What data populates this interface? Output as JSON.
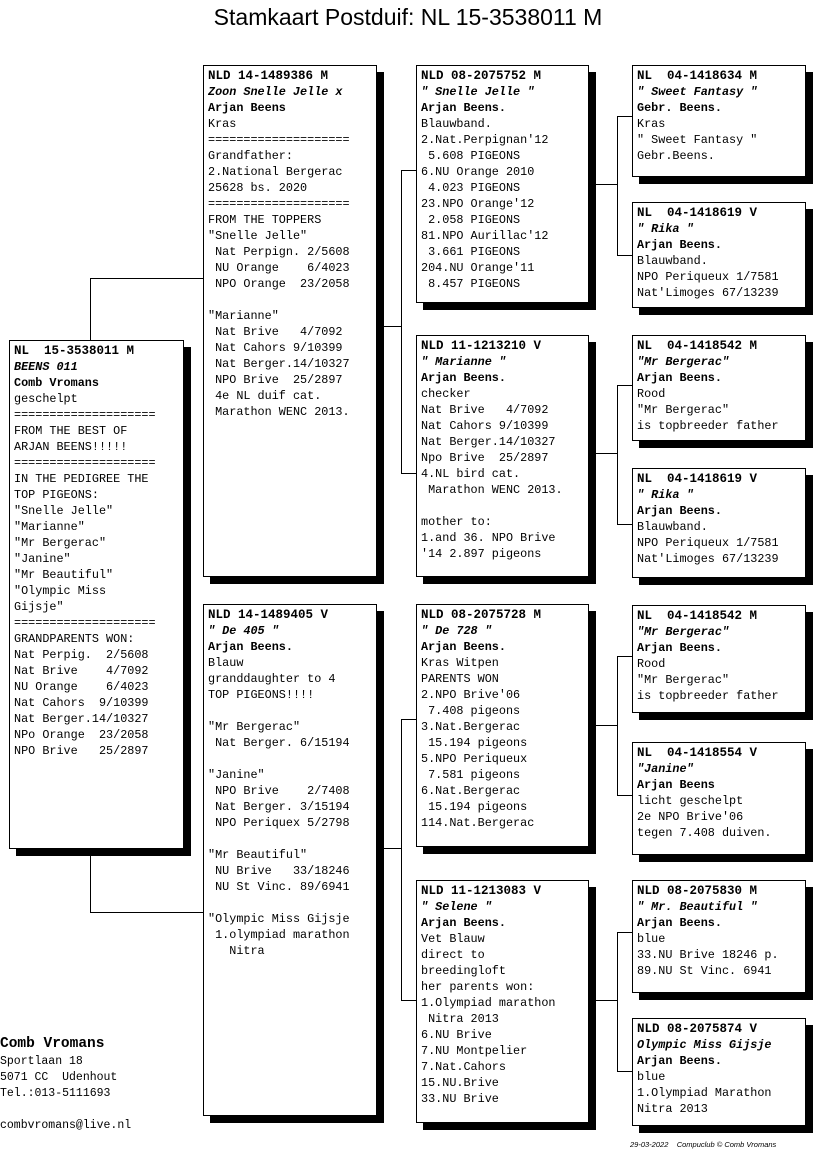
{
  "title": "Stamkaart Postduif: NL  15-3538011 M",
  "cards": {
    "subject": {
      "id": "NL  15-3538011 M",
      "lines": [
        {
          "t": "BEENS 011",
          "s": "name"
        },
        {
          "t": "Comb Vromans",
          "s": "breeder"
        },
        {
          "t": "geschelpt"
        },
        {
          "t": "===================="
        },
        {
          "t": "FROM THE BEST OF"
        },
        {
          "t": "ARJAN BEENS!!!!!"
        },
        {
          "t": "===================="
        },
        {
          "t": "IN THE PEDIGREE THE"
        },
        {
          "t": "TOP PIGEONS:"
        },
        {
          "t": "\"Snelle Jelle\""
        },
        {
          "t": "\"Marianne\""
        },
        {
          "t": "\"Mr Bergerac\""
        },
        {
          "t": "\"Janine\""
        },
        {
          "t": "\"Mr Beautiful\""
        },
        {
          "t": "\"Olympic Miss"
        },
        {
          "t": "Gijsje\""
        },
        {
          "t": "===================="
        },
        {
          "t": "GRANDPARENTS WON:"
        },
        {
          "t": "Nat Perpig.  2/5608"
        },
        {
          "t": "Nat Brive    4/7092"
        },
        {
          "t": "NU Orange    6/4023"
        },
        {
          "t": "Nat Cahors  9/10399"
        },
        {
          "t": "Nat Berger.14/10327"
        },
        {
          "t": "NPo Orange  23/2058"
        },
        {
          "t": "NPO Brive   25/2897"
        }
      ]
    },
    "father": {
      "id": "NLD 14-1489386 M",
      "lines": [
        {
          "t": "Zoon Snelle Jelle x",
          "s": "name"
        },
        {
          "t": "Arjan Beens",
          "s": "breeder"
        },
        {
          "t": "Kras"
        },
        {
          "t": "===================="
        },
        {
          "t": "Grandfather:"
        },
        {
          "t": "2.National Bergerac"
        },
        {
          "t": "25628 bs. 2020"
        },
        {
          "t": "===================="
        },
        {
          "t": "FROM THE TOPPERS"
        },
        {
          "t": "\"Snelle Jelle\""
        },
        {
          "t": " Nat Perpign. 2/5608"
        },
        {
          "t": " NU Orange    6/4023"
        },
        {
          "t": " NPO Orange  23/2058"
        },
        {
          "t": ""
        },
        {
          "t": "\"Marianne\""
        },
        {
          "t": " Nat Brive   4/7092"
        },
        {
          "t": " Nat Cahors 9/10399"
        },
        {
          "t": " Nat Berger.14/10327"
        },
        {
          "t": " NPO Brive  25/2897"
        },
        {
          "t": " 4e NL duif cat."
        },
        {
          "t": " Marathon WENC 2013."
        }
      ]
    },
    "mother": {
      "id": "NLD 14-1489405 V",
      "lines": [
        {
          "t": "\" De 405 \"",
          "s": "name"
        },
        {
          "t": "Arjan Beens.",
          "s": "breeder"
        },
        {
          "t": "Blauw"
        },
        {
          "t": "granddaughter to 4"
        },
        {
          "t": "TOP PIGEONS!!!!"
        },
        {
          "t": ""
        },
        {
          "t": "\"Mr Bergerac\""
        },
        {
          "t": " Nat Berger. 6/15194"
        },
        {
          "t": ""
        },
        {
          "t": "\"Janine\""
        },
        {
          "t": " NPO Brive    2/7408"
        },
        {
          "t": " Nat Berger. 3/15194"
        },
        {
          "t": " NPO Periquex 5/2798"
        },
        {
          "t": ""
        },
        {
          "t": "\"Mr Beautiful\""
        },
        {
          "t": " NU Brive   33/18246"
        },
        {
          "t": " NU St Vinc. 89/6941"
        },
        {
          "t": ""
        },
        {
          "t": "\"Olympic Miss Gijsje"
        },
        {
          "t": " 1.olympiad marathon"
        },
        {
          "t": "   Nitra"
        }
      ]
    },
    "ff": {
      "id": "NLD 08-2075752 M",
      "lines": [
        {
          "t": "\" Snelle Jelle \"",
          "s": "name"
        },
        {
          "t": "Arjan Beens.",
          "s": "breeder"
        },
        {
          "t": "Blauwband."
        },
        {
          "t": "2.Nat.Perpignan'12"
        },
        {
          "t": " 5.608 PIGEONS"
        },
        {
          "t": "6.NU Orange 2010"
        },
        {
          "t": " 4.023 PIGEONS"
        },
        {
          "t": "23.NPO Orange'12"
        },
        {
          "t": " 2.058 PIGEONS"
        },
        {
          "t": "81.NPO Aurillac'12"
        },
        {
          "t": " 3.661 PIGEONS"
        },
        {
          "t": "204.NU Orange'11"
        },
        {
          "t": " 8.457 PIGEONS"
        }
      ]
    },
    "fm": {
      "id": "NLD 11-1213210 V",
      "lines": [
        {
          "t": "\" Marianne \"",
          "s": "name"
        },
        {
          "t": "Arjan Beens.",
          "s": "breeder"
        },
        {
          "t": "checker"
        },
        {
          "t": "Nat Brive   4/7092"
        },
        {
          "t": "Nat Cahors 9/10399"
        },
        {
          "t": "Nat Berger.14/10327"
        },
        {
          "t": "Npo Brive  25/2897"
        },
        {
          "t": "4.NL bird cat."
        },
        {
          "t": " Marathon WENC 2013."
        },
        {
          "t": ""
        },
        {
          "t": "mother to:"
        },
        {
          "t": "1.and 36. NPO Brive"
        },
        {
          "t": "'14 2.897 pigeons"
        }
      ]
    },
    "mf": {
      "id": "NLD 08-2075728 M",
      "lines": [
        {
          "t": "\" De 728 \"",
          "s": "name"
        },
        {
          "t": "Arjan Beens.",
          "s": "breeder"
        },
        {
          "t": "Kras Witpen"
        },
        {
          "t": "PARENTS WON"
        },
        {
          "t": "2.NPO Brive'06"
        },
        {
          "t": " 7.408 pigeons"
        },
        {
          "t": "3.Nat.Bergerac"
        },
        {
          "t": " 15.194 pigeons"
        },
        {
          "t": "5.NPO Periqueux"
        },
        {
          "t": " 7.581 pigeons"
        },
        {
          "t": "6.Nat.Bergerac"
        },
        {
          "t": " 15.194 pigeons"
        },
        {
          "t": "114.Nat.Bergerac"
        }
      ]
    },
    "mm": {
      "id": "NLD 11-1213083 V",
      "lines": [
        {
          "t": "\" Selene \"",
          "s": "name"
        },
        {
          "t": "Arjan Beens.",
          "s": "breeder"
        },
        {
          "t": "Vet Blauw"
        },
        {
          "t": "direct to"
        },
        {
          "t": "breedingloft"
        },
        {
          "t": "her parents won:"
        },
        {
          "t": "1.Olympiad marathon"
        },
        {
          "t": " Nitra 2013"
        },
        {
          "t": "6.NU Brive"
        },
        {
          "t": "7.NU Montpelier"
        },
        {
          "t": "7.Nat.Cahors"
        },
        {
          "t": "15.NU.Brive"
        },
        {
          "t": "33.NU Brive"
        }
      ]
    },
    "fff": {
      "id": "NL  04-1418634 M",
      "lines": [
        {
          "t": "\" Sweet Fantasy \"",
          "s": "name"
        },
        {
          "t": "Gebr. Beens.",
          "s": "breeder"
        },
        {
          "t": "Kras"
        },
        {
          "t": "\" Sweet Fantasy \""
        },
        {
          "t": "Gebr.Beens."
        }
      ]
    },
    "ffm": {
      "id": "NL  04-1418619 V",
      "lines": [
        {
          "t": "\" Rika \"",
          "s": "name"
        },
        {
          "t": "Arjan Beens.",
          "s": "breeder"
        },
        {
          "t": "Blauwband."
        },
        {
          "t": "NPO Periqueux 1/7581"
        },
        {
          "t": "Nat'Limoges 67/13239"
        }
      ]
    },
    "fmf": {
      "id": "NL  04-1418542 M",
      "lines": [
        {
          "t": "\"Mr Bergerac\"",
          "s": "name"
        },
        {
          "t": "Arjan Beens.",
          "s": "breeder"
        },
        {
          "t": "Rood"
        },
        {
          "t": "\"Mr Bergerac\""
        },
        {
          "t": "is topbreeder father"
        }
      ]
    },
    "fmm": {
      "id": "NL  04-1418619 V",
      "lines": [
        {
          "t": "\" Rika \"",
          "s": "name"
        },
        {
          "t": "Arjan Beens.",
          "s": "breeder"
        },
        {
          "t": "Blauwband."
        },
        {
          "t": "NPO Periqueux 1/7581"
        },
        {
          "t": "Nat'Limoges 67/13239"
        }
      ]
    },
    "mff": {
      "id": "NL  04-1418542 M",
      "lines": [
        {
          "t": "\"Mr Bergerac\"",
          "s": "name"
        },
        {
          "t": "Arjan Beens.",
          "s": "breeder"
        },
        {
          "t": "Rood"
        },
        {
          "t": "\"Mr Bergerac\""
        },
        {
          "t": "is topbreeder father"
        }
      ]
    },
    "mfm": {
      "id": "NL  04-1418554 V",
      "lines": [
        {
          "t": "\"Janine\"",
          "s": "name"
        },
        {
          "t": "Arjan Beens",
          "s": "breeder"
        },
        {
          "t": "licht geschelpt"
        },
        {
          "t": "2e NPO Brive'06"
        },
        {
          "t": "tegen 7.408 duiven."
        }
      ]
    },
    "mmf": {
      "id": "NLD 08-2075830 M",
      "lines": [
        {
          "t": "\" Mr. Beautiful \"",
          "s": "name"
        },
        {
          "t": "Arjan Beens.",
          "s": "breeder"
        },
        {
          "t": "blue"
        },
        {
          "t": "33.NU Brive 18246 p."
        },
        {
          "t": "89.NU St Vinc. 6941"
        }
      ]
    },
    "mmm": {
      "id": "NLD 08-2075874 V",
      "lines": [
        {
          "t": "Olympic Miss Gijsje",
          "s": "name"
        },
        {
          "t": "Arjan Beens.",
          "s": "breeder"
        },
        {
          "t": "blue"
        },
        {
          "t": "1.Olympiad Marathon"
        },
        {
          "t": "Nitra 2013"
        }
      ]
    }
  },
  "footer": {
    "name": "Comb Vromans",
    "lines": [
      "Sportlaan 18",
      "5071 CC  Udenhout",
      "Tel.:013-5111693",
      "",
      "combvromans@live.nl"
    ]
  },
  "credit": "29-03-2022    Compuclub © Comb Vromans"
}
